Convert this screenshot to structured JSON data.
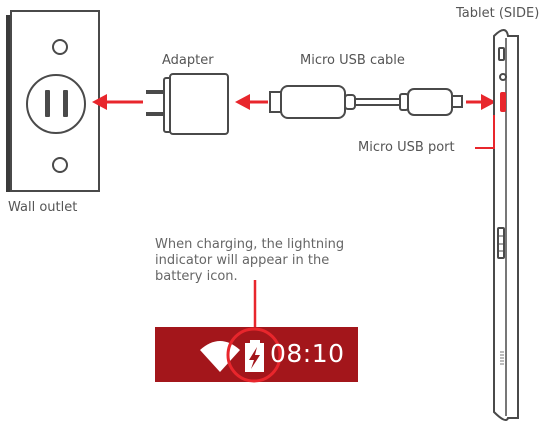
{
  "labels": {
    "tablet": "Tablet (SIDE)",
    "adapter": "Adapter",
    "cable": "Micro USB cable",
    "port": "Micro USB port",
    "outlet": "Wall outlet"
  },
  "note": {
    "lines": [
      "When charging, the lightning",
      "indicator will appear in the",
      "battery icon."
    ]
  },
  "status_bar": {
    "time": "08:10"
  },
  "colors": {
    "accent_red": "#e8262c",
    "status_bar_bg": "#a3161b",
    "outline": "#4a4a4a",
    "text": "#555555"
  },
  "icons": [
    "wall-outlet-icon",
    "adapter-icon",
    "usb-cable-icon",
    "tablet-side-icon",
    "wifi-icon",
    "charging-battery-icon"
  ]
}
